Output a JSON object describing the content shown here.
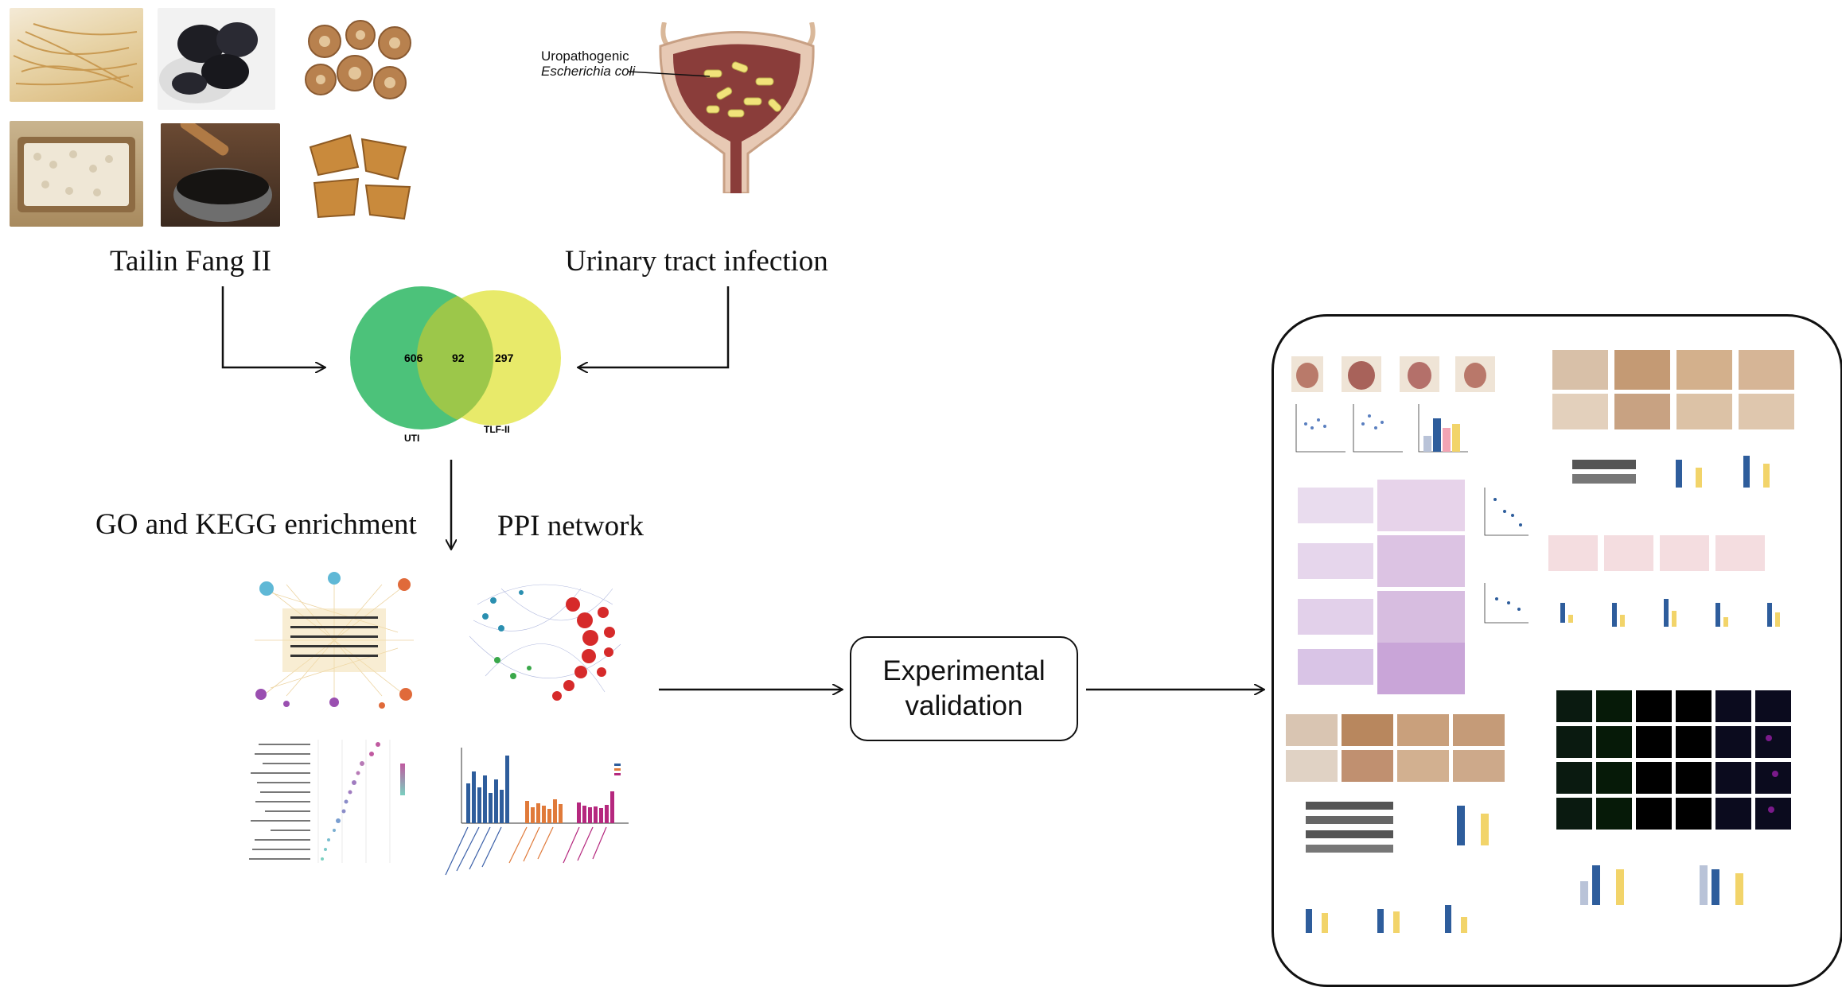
{
  "herb_label": "Tailin Fang II",
  "disease_label": "Urinary tract infection",
  "bladder": {
    "line1": "Uropathogenic",
    "line2": "Escherichia coli"
  },
  "venn": {
    "left_count": "606",
    "overlap_count": "92",
    "right_count": "297",
    "left_label": "UTI",
    "right_label": "TLF-II"
  },
  "enrichment_label": "GO and KEGG enrichment",
  "ppi_label": "PPI network",
  "validation": {
    "line1": "Experimental",
    "line2": "validation"
  },
  "colors": {
    "venn_left": "#4cc27a",
    "venn_right": "#e8ea6a",
    "venn_overlap": "#9cc74a",
    "bar_blue": "#2e5d9c",
    "bar_orange": "#e07a3a",
    "bar_magenta": "#b5287e"
  }
}
